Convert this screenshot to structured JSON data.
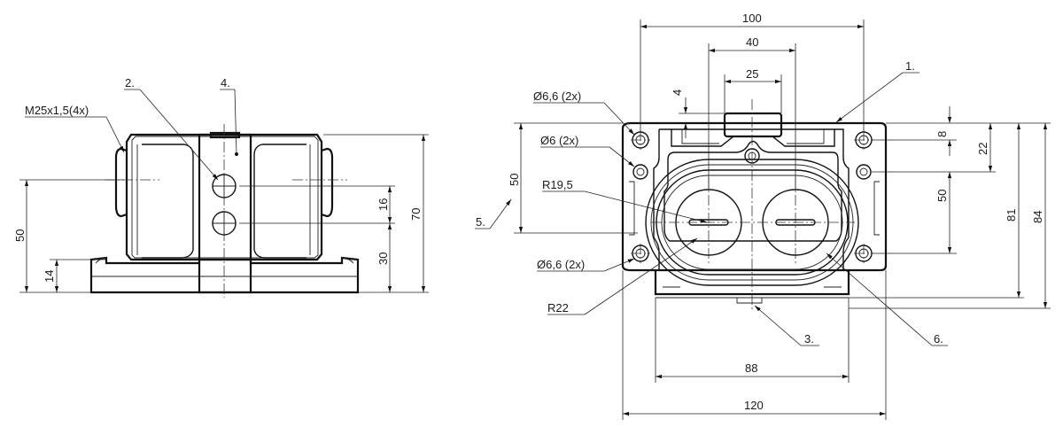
{
  "side_view": {
    "thread_label": "M25x1,5(4x)",
    "callout_2": "2.",
    "callout_4": "4.",
    "dim_50": "50",
    "dim_14": "14",
    "dim_16": "16",
    "dim_30": "30",
    "dim_70": "70"
  },
  "front_view": {
    "dim_100": "100",
    "dim_40": "40",
    "dim_25": "25",
    "dim_4": "4",
    "dim_88": "88",
    "dim_120": "120",
    "dim_8": "8",
    "dim_22": "22",
    "dim_50_right": "50",
    "dim_81": "81",
    "dim_84": "84",
    "dim_50_left": "50",
    "hole_top_label": "Ø6,6 (2x)",
    "hole_mid_label": "Ø6 (2x)",
    "hole_bottom_label": "Ø6,6 (2x)",
    "radius_inner": "R19,5",
    "radius_outer": "R22",
    "callout_1": "1.",
    "callout_3": "3.",
    "callout_5": "5.",
    "callout_6": "6."
  }
}
